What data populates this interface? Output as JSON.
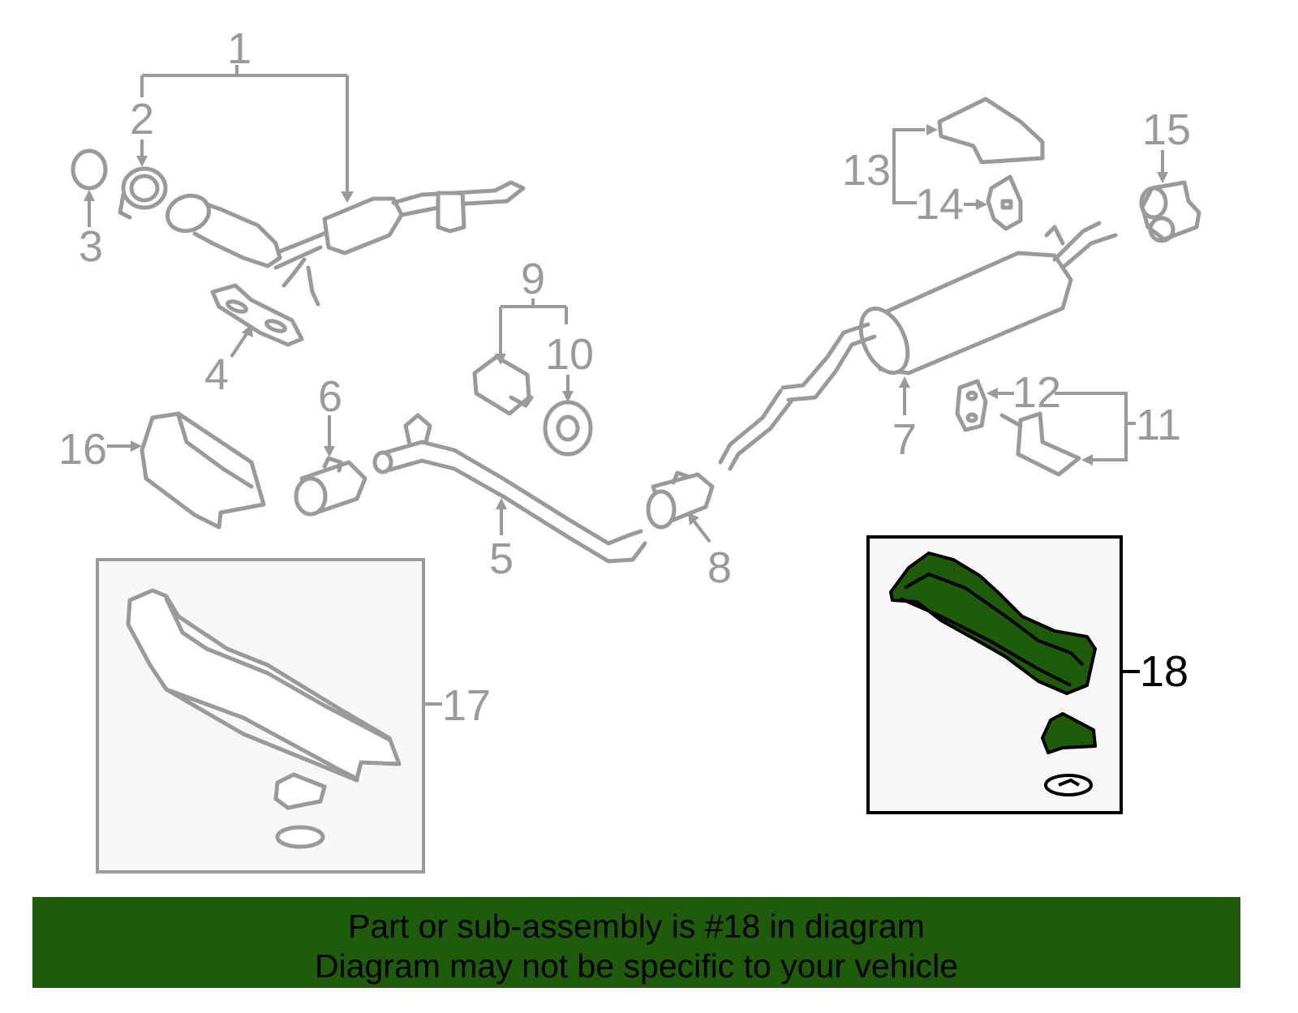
{
  "callouts": {
    "c1": "1",
    "c2": "2",
    "c3": "3",
    "c4": "4",
    "c5": "5",
    "c6": "6",
    "c7": "7",
    "c8": "8",
    "c9": "9",
    "c10": "10",
    "c11": "11",
    "c12": "12",
    "c13": "13",
    "c14": "14",
    "c15": "15",
    "c16": "16",
    "c17": "17",
    "c18": "18"
  },
  "highlighted_part": "18",
  "colors": {
    "highlight": "#1e5c0c",
    "line_art": "#9a9a9a",
    "banner": "#1e5c0c"
  },
  "banner": {
    "line1": "Part or sub-assembly is #18 in diagram",
    "line2": "Diagram may not be specific to your vehicle"
  }
}
